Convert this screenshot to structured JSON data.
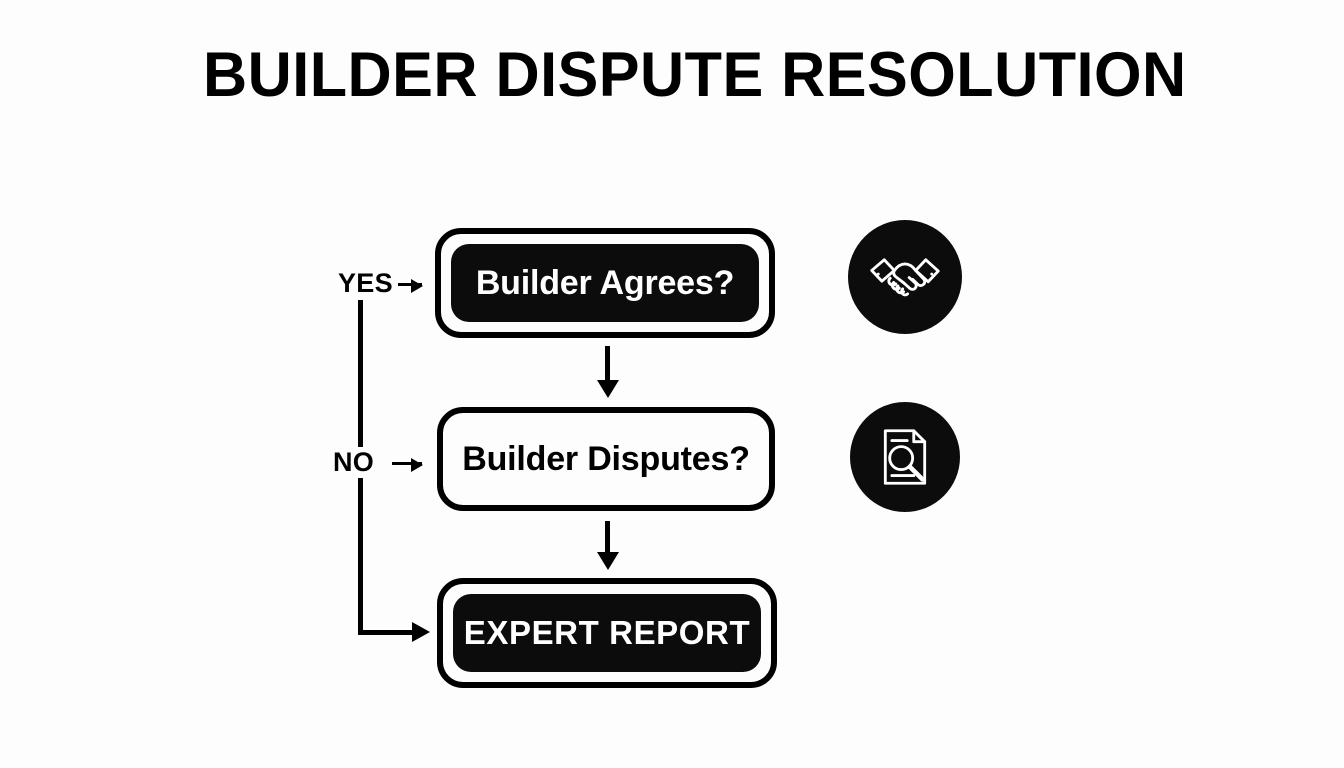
{
  "page": {
    "title": "BUILDER DISPUTE RESOLUTION",
    "background_color": "#fdfdfd",
    "ink_color": "#000000"
  },
  "flow": {
    "nodes": [
      {
        "id": "builder-agrees",
        "label": "Builder Agrees?",
        "style": "filled",
        "text_color": "#ffffff"
      },
      {
        "id": "builder-disputes",
        "label": "Builder Disputes?",
        "style": "outlined",
        "text_color": "#000000"
      },
      {
        "id": "expert-report",
        "label": "EXPERT REPORT",
        "style": "filled",
        "text_color": "#ffffff"
      }
    ],
    "branches": [
      {
        "id": "yes",
        "label": "YES",
        "target": "builder-agrees"
      },
      {
        "id": "no",
        "label": "NO",
        "target": "builder-disputes"
      }
    ],
    "connectors": [
      {
        "from": "builder-agrees",
        "to": "builder-disputes",
        "type": "arrow-down"
      },
      {
        "from": "builder-disputes",
        "to": "expert-report",
        "type": "arrow-down"
      },
      {
        "from": "branch-spine",
        "to": "expert-report",
        "type": "elbow-right"
      }
    ]
  },
  "icons": [
    {
      "id": "handshake",
      "name": "handshake-icon",
      "shape": "circle",
      "fill": "#0c0c0c",
      "stroke": "#ffffff"
    },
    {
      "id": "document",
      "name": "document-search-icon",
      "shape": "circle",
      "fill": "#0c0c0c",
      "stroke": "#ffffff"
    }
  ]
}
